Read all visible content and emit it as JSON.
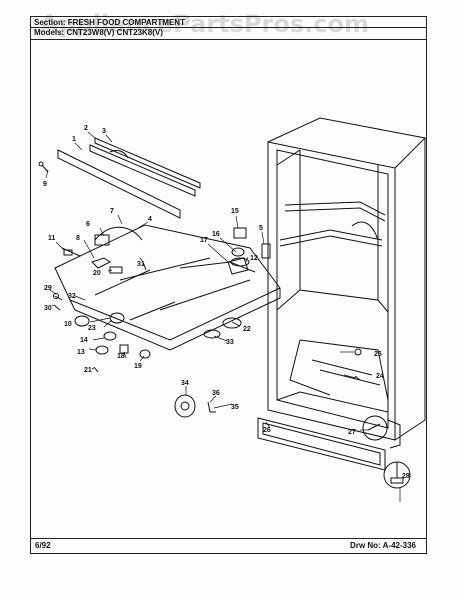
{
  "header": {
    "line1": "Section: FRESH FOOD COMPARTMENT",
    "line2": "Models: CNT23W8(V) CNT23K8(V)"
  },
  "watermark": "AppliancePartsPros.com",
  "footer": {
    "date": "6/92",
    "drawing_number": "Drw No: A-42-336"
  },
  "callouts": [
    "1",
    "2",
    "3",
    "4",
    "5",
    "6",
    "7",
    "8",
    "9",
    "10",
    "11",
    "12",
    "13",
    "14",
    "15",
    "16",
    "17",
    "18",
    "19",
    "20",
    "21",
    "22",
    "23",
    "24",
    "25",
    "26",
    "27",
    "28",
    "29",
    "30",
    "31",
    "32",
    "33",
    "34",
    "35",
    "36"
  ]
}
